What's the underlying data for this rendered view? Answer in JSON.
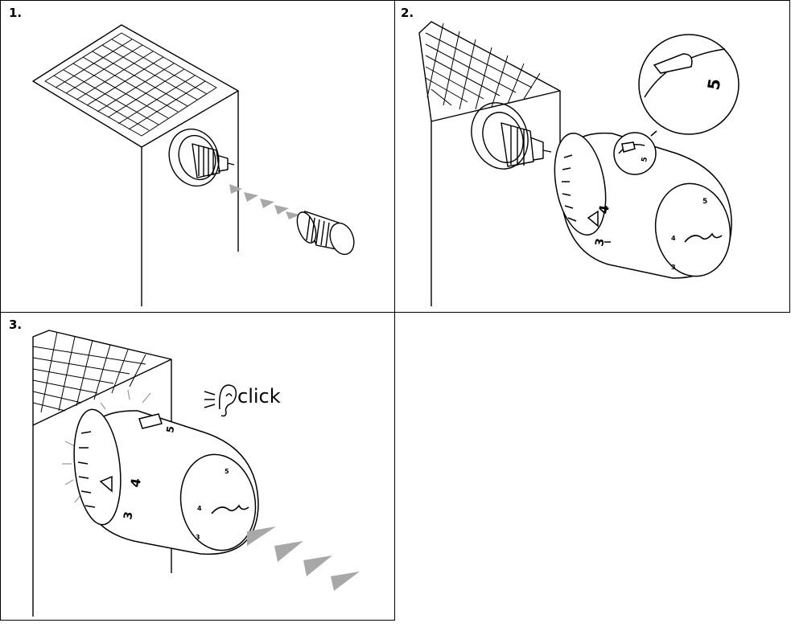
{
  "steps": [
    {
      "number": "1."
    },
    {
      "number": "2."
    },
    {
      "number": "3."
    }
  ],
  "dial": {
    "big_digit": "5",
    "scale_four": "4",
    "scale_three": "3",
    "face_five": "5",
    "face_four": "4",
    "face_three": "3"
  },
  "sound": {
    "label": "click"
  },
  "colors": {
    "line": "#000000",
    "arrow": "#a8a8a8",
    "bg": "#ffffff"
  },
  "icons": [
    "ear-icon",
    "arrow-icon"
  ]
}
